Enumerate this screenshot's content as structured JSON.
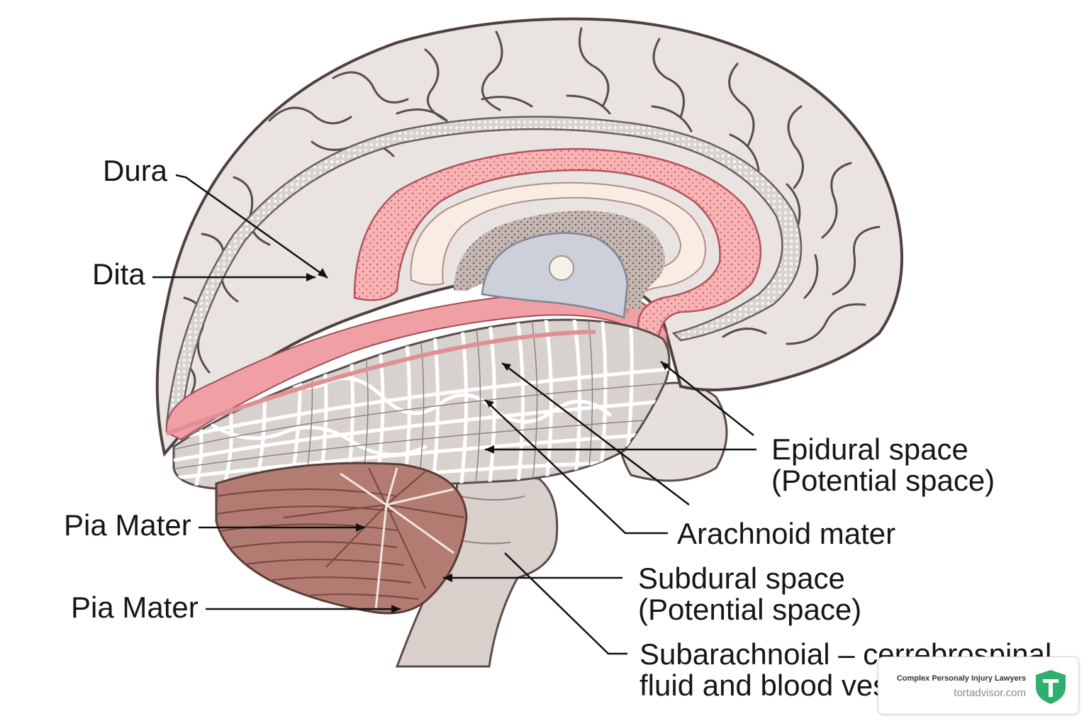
{
  "labels": {
    "dura": "Dura",
    "dita": "Dita",
    "epidural_l1": "Epidural space",
    "epidural_l2": "(Potential space)",
    "arachnoid": "Arachnoid mater",
    "pia1": "Pia Mater",
    "subdural_l1": "Subdural space",
    "subdural_l2": "(Potential space)",
    "pia2": "Pia Mater",
    "subarach_l1": "Subarachnoial – cerrebrospinal",
    "subarach_l2": "fluid and blood ves"
  },
  "watermark": {
    "title": "Complex Personaly Injury Lawyers",
    "site": "tortadvisor.com",
    "logo": "shield-icon",
    "accent": "#2eaf6e"
  },
  "colors": {
    "cortex": "#e9e4e2",
    "sulcus": "#5a4c4a",
    "meninges_pink": "#f2a2a6",
    "inner_pink": "#fad8d2",
    "cream": "#f9ece2",
    "ventricle": "#cdd0da",
    "arachnoid_web": "#ffffff",
    "cerebellum": "#b27c72",
    "brainstem": "#d9d0cc",
    "text": "#161616"
  }
}
